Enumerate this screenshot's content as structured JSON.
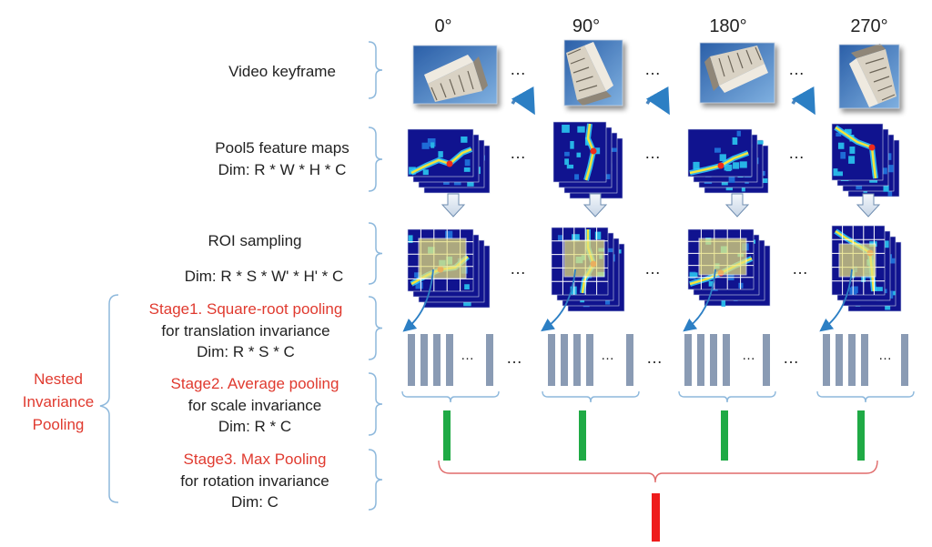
{
  "angles": [
    "0°",
    "90°",
    "180°",
    "270°"
  ],
  "dots": "…",
  "rows": {
    "keyframe": {
      "label": "Video keyframe"
    },
    "pool5": {
      "label": "Pool5 feature maps",
      "dim": "Dim: R * W * H * C"
    },
    "roi": {
      "label": "ROI sampling",
      "dim": "Dim: R * S *  W' *  H' * C"
    },
    "stage1": {
      "title": "Stage1. Square-root pooling",
      "desc": "for translation invariance",
      "dim": "Dim: R * S * C"
    },
    "stage2": {
      "title": "Stage2. Average pooling",
      "desc": "for scale invariance",
      "dim": "Dim: R * C"
    },
    "stage3": {
      "title": "Stage3. Max Pooling",
      "desc": "for rotation invariance",
      "dim": "Dim:  C"
    }
  },
  "nested": {
    "line1": "Nested",
    "line2": "Invariance",
    "line3": "Pooling"
  },
  "colors": {
    "accent_red": "#e03a2f",
    "bracket_blue": "#8db8dc",
    "bar_grey": "#8a9bb4",
    "bar_green": "#1faa45",
    "bar_red": "#ee1c1c",
    "arrow_blue": "#2c7fc4",
    "roi_yellow": "#e8e27a"
  }
}
